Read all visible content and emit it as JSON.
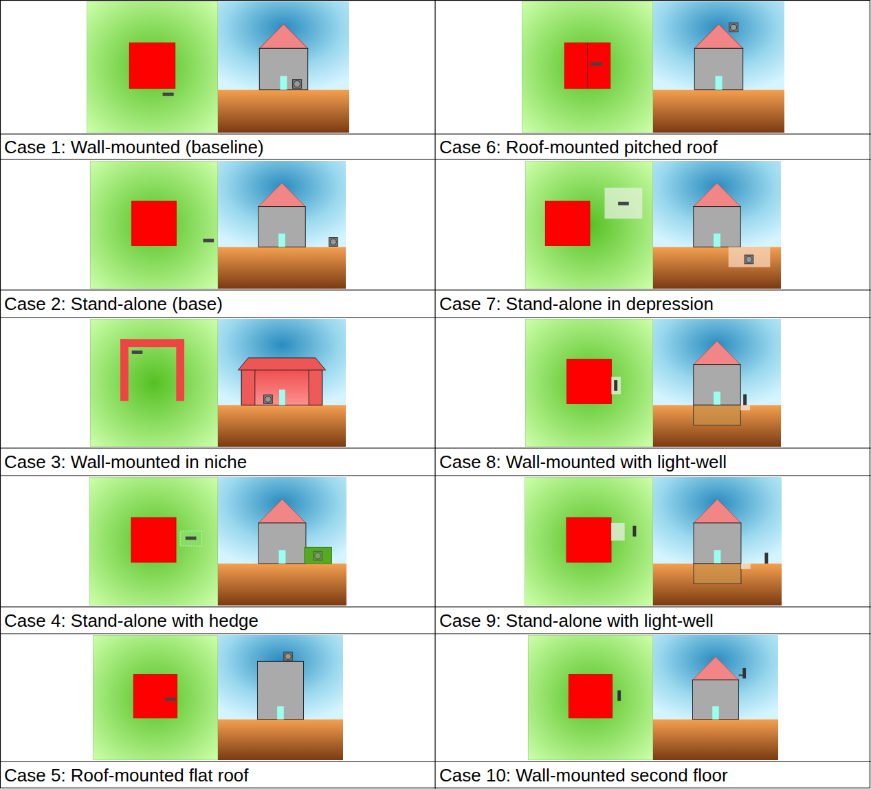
{
  "diagram": {
    "labels": [
      "Case 1: Wall-mounted (baseline)",
      "Case 6: Roof-mounted pitched roof",
      "Case 2: Stand-alone (base)",
      "Case 7: Stand-alone in depression",
      "Case 3: Wall-mounted in niche",
      "Case 8: Wall-mounted with light-well",
      "Case 4: Stand-alone with hedge",
      "Case 9: Stand-alone with light-well",
      "Case 5: Roof-mounted flat roof",
      "Case 10: Wall-mounted second floor"
    ]
  }
}
